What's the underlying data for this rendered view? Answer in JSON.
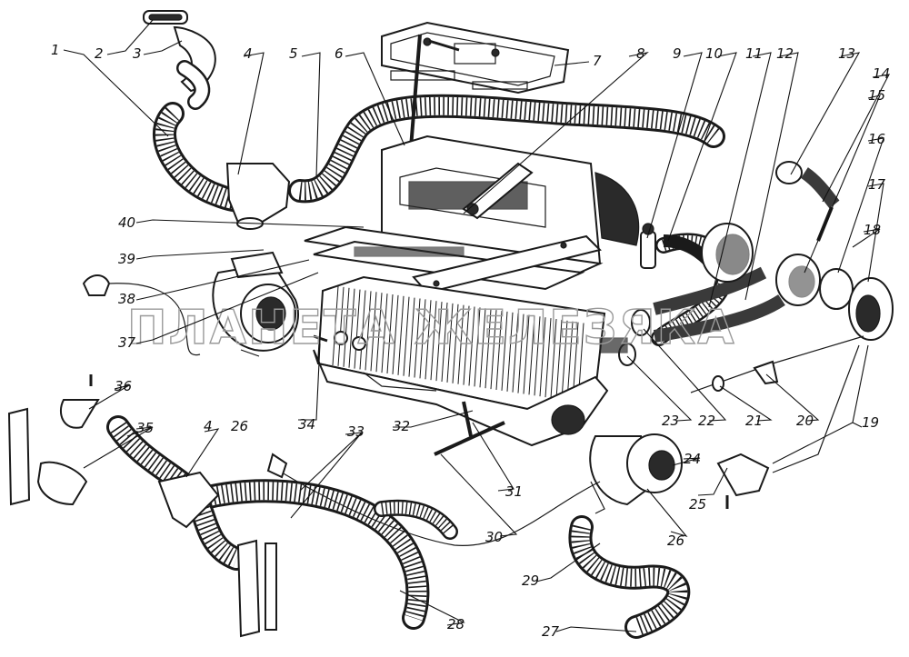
{
  "watermark": "ПЛАНЕТА ЖЕЛЕЗЯКА",
  "callouts": [
    {
      "id": "1",
      "text": "1"
    },
    {
      "id": "2",
      "text": "2"
    },
    {
      "id": "3",
      "text": "3"
    },
    {
      "id": "4a",
      "text": "4"
    },
    {
      "id": "5",
      "text": "5"
    },
    {
      "id": "6",
      "text": "6"
    },
    {
      "id": "7",
      "text": "7"
    },
    {
      "id": "8",
      "text": "8"
    },
    {
      "id": "9",
      "text": "9"
    },
    {
      "id": "10",
      "text": "10"
    },
    {
      "id": "11",
      "text": "11"
    },
    {
      "id": "12",
      "text": "12"
    },
    {
      "id": "13",
      "text": "13"
    },
    {
      "id": "14",
      "text": "14"
    },
    {
      "id": "15",
      "text": "15"
    },
    {
      "id": "16",
      "text": "16"
    },
    {
      "id": "17",
      "text": "17"
    },
    {
      "id": "18",
      "text": "18"
    },
    {
      "id": "19",
      "text": "19"
    },
    {
      "id": "20",
      "text": "20"
    },
    {
      "id": "21",
      "text": "21"
    },
    {
      "id": "22",
      "text": "22"
    },
    {
      "id": "23",
      "text": "23"
    },
    {
      "id": "24",
      "text": "24"
    },
    {
      "id": "25",
      "text": "25"
    },
    {
      "id": "26a",
      "text": "26"
    },
    {
      "id": "26b",
      "text": "26"
    },
    {
      "id": "27",
      "text": "27"
    },
    {
      "id": "28",
      "text": "28"
    },
    {
      "id": "29",
      "text": "29"
    },
    {
      "id": "30",
      "text": "30"
    },
    {
      "id": "31",
      "text": "31"
    },
    {
      "id": "32",
      "text": "32"
    },
    {
      "id": "33",
      "text": "33"
    },
    {
      "id": "34",
      "text": "34"
    },
    {
      "id": "35",
      "text": "35"
    },
    {
      "id": "36",
      "text": "36"
    },
    {
      "id": "37",
      "text": "37"
    },
    {
      "id": "38",
      "text": "38"
    },
    {
      "id": "39",
      "text": "39"
    },
    {
      "id": "40",
      "text": "40"
    },
    {
      "id": "4b",
      "text": "4"
    }
  ]
}
